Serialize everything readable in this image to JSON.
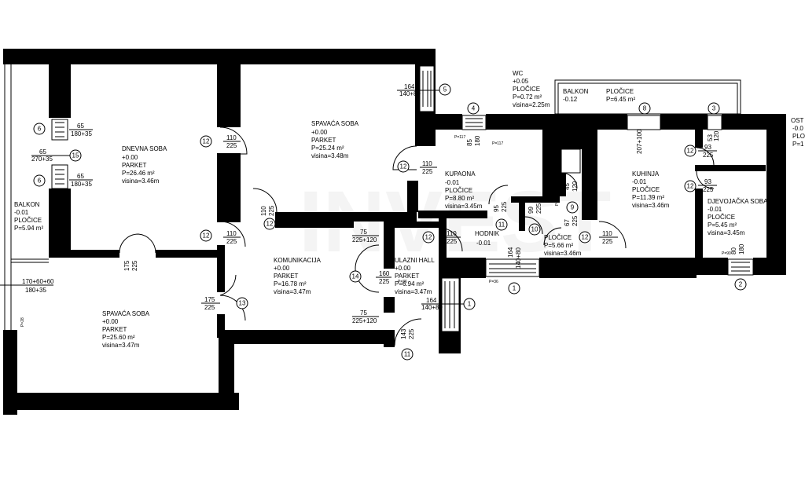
{
  "rooms": {
    "dnevna": {
      "name": "DNEVNA SOBA",
      "level": "+0.00",
      "floor": "PARKET",
      "area": "P=26.46 m²",
      "height": "visina=3.46m"
    },
    "spavaca_top": {
      "name": "SPAVAĆA SOBA",
      "level": "+0.00",
      "floor": "PARKET",
      "area": "P=25.24 m²",
      "height": "visina=3.48m"
    },
    "kupaona": {
      "name": "KUPAONA",
      "level": "-0.01",
      "floor": "PLOČICE",
      "area": "P=8.80 m²",
      "height": "visina=3.45m"
    },
    "wc": {
      "name": "WC",
      "level": "+0.05",
      "floor": "PLOČICE",
      "area": "P=0.72 m²",
      "height": "visina=2.25m"
    },
    "balkon_right": {
      "name": "BALKON",
      "level": "-0.12",
      "floor": "PLOČICE",
      "area": "P=6.45 m²"
    },
    "kuhinja": {
      "name": "KUHINJA",
      "level": "-0.01",
      "floor": "PLOČICE",
      "area": "P=11.39 m²",
      "height": "visina=3.46m"
    },
    "djevojacka": {
      "name": "DJEVOJAČKA SOBA",
      "level": "-0.01",
      "floor": "PLOČICE",
      "area": "P=5.45 m²",
      "height": "visina=3.45m"
    },
    "ostava": {
      "name": "OST",
      "level": "-0.0",
      "floor": "PLO",
      "area": "P=1"
    },
    "balkon_left": {
      "name": "BALKON",
      "level": "-0.01",
      "floor": "PLOČICE",
      "area": "P=5.94 m²"
    },
    "komunikacija": {
      "name": "KOMUNIKACIJA",
      "level": "+0.00",
      "floor": "PARKET",
      "area": "P=16.78 m²",
      "height": "visina=3.47m"
    },
    "ulazni": {
      "name": "ULAZNI HALL",
      "level": "+0.00",
      "floor": "PARKET",
      "area": "P=6.94 m²",
      "height": "visina=3.47m"
    },
    "hodnik": {
      "name": "HODNIK",
      "level": "-0.01"
    },
    "hodnik_floor": {
      "floor": "PLOČICE",
      "area": "P=5.66 m²",
      "height": "visina=3.46m"
    },
    "spavaca_bottom": {
      "name": "SPAVAĆA SOBA",
      "level": "+0.00",
      "floor": "PARKET",
      "area": "P=25.60 m²",
      "height": "visina=3.47m"
    }
  },
  "dims": {
    "d65a": "65",
    "d180_35a": "180+35",
    "d65b": "65",
    "d270_35": "270+35",
    "d65c": "65",
    "d180_35b": "180+35",
    "d110_225a": "110",
    "d110_225a2": "225",
    "d110_225b": "110",
    "d110_225b2": "225",
    "d110_225c": "110",
    "d110_225c2": "225",
    "d110v": "110",
    "d225v": "225",
    "d164a": "164",
    "d140_80a": "140+80",
    "d175v": "175",
    "d225v2": "225",
    "d175h": "175",
    "d225h": "225",
    "d170": "170+60+60",
    "d180_35c": "180+35",
    "d75a": "75",
    "d225_120a": "225+120",
    "d160": "160",
    "d225c": "225",
    "d75b": "75",
    "d225_120b": "225+120",
    "d143": "143",
    "d225d": "225",
    "d164b": "164",
    "d140_80b": "140+80",
    "d110k": "110",
    "d225k": "225",
    "d95": "95",
    "d225e": "225",
    "d110h": "110",
    "d225h2": "225",
    "d164c": "164",
    "d140_80c": "140+80",
    "d99": "99",
    "d225f": "225",
    "d67": "67",
    "d225g": "225",
    "d110hh": "110",
    "d225hh": "225",
    "d45": "45",
    "d120": "120",
    "d85": "85",
    "d180": "180",
    "d93a": "93",
    "d225i": "225",
    "d93b": "93",
    "d225j": "225",
    "d207": "207+100",
    "d53": "53",
    "d120b": "120",
    "d80": "80",
    "d180b": "180",
    "p90a": "P=90",
    "p117": "P=117",
    "p117b": "P=117",
    "p36a": "P=36",
    "p36b": "P=36",
    "p46": "P=46",
    "p123": "P=123",
    "p90b": "P=90",
    "p28": "P=28"
  },
  "tags": {
    "t1a": "1",
    "t1b": "1",
    "t2": "2",
    "t3": "3",
    "t4": "4",
    "t5": "5",
    "t6a": "6",
    "t6b": "6",
    "t8": "8",
    "t9": "9",
    "t10": "10",
    "t11a": "11",
    "t11b": "11",
    "t12a": "12",
    "t12b": "12",
    "t12c": "12",
    "t12d": "12",
    "t12e": "12",
    "t12f": "12",
    "t12g": "12",
    "t12h": "12",
    "t12i": "12",
    "t13": "13",
    "t14": "14",
    "t15": "15"
  }
}
